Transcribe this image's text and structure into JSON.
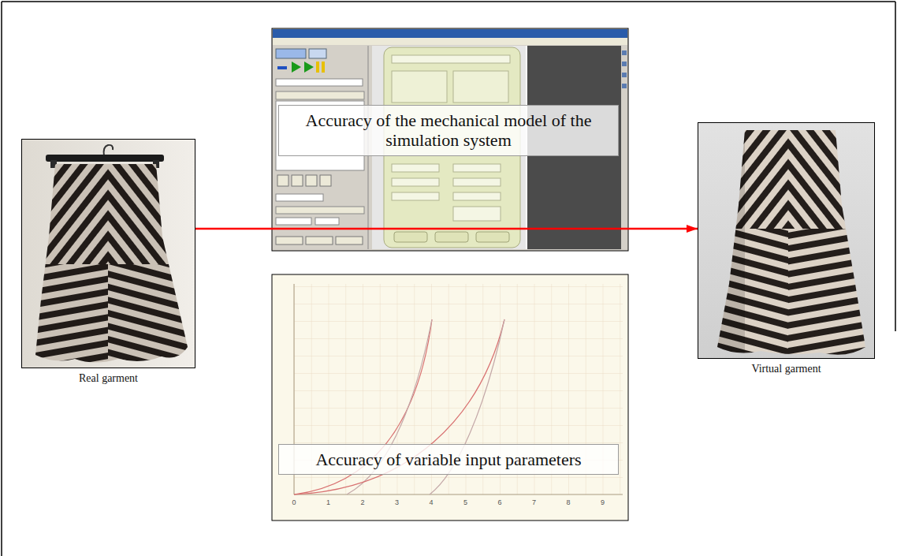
{
  "diagram": {
    "nodes": [
      {
        "text": [
          "Real garment"
        ]
      },
      {
        "text": [
          "Accuracy of the mechanical model of the simulation system"
        ]
      },
      {
        "text": [
          "Accuracy of variable input parameters"
        ]
      },
      {
        "text": [
          "Virtual garment"
        ]
      }
    ],
    "edges": [
      {
        "from": 0,
        "to": 3,
        "arrow": "to"
      }
    ],
    "labels": [
      "0",
      "1",
      "2",
      "3",
      "4",
      "5",
      "6",
      "7",
      "8",
      "9"
    ]
  }
}
